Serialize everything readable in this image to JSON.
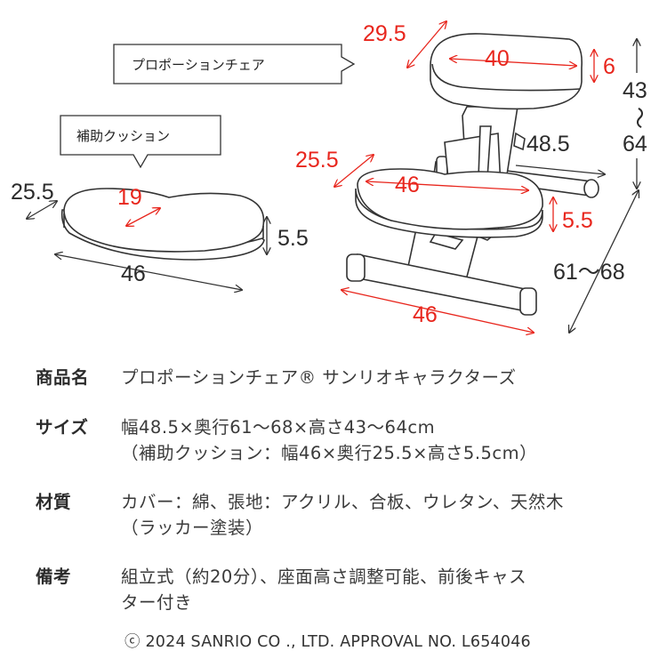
{
  "callouts": {
    "main_chair": "プロポーションチェア",
    "cushion": "補助クッション"
  },
  "dimensions": {
    "seat_top_depth": "29.5",
    "seat_top_width": "40",
    "seat_top_height": "6",
    "height_range_top": "43",
    "height_range_sep": "〜",
    "height_range_bottom": "64",
    "frame_depth": "48.5",
    "knee_pad_depth": "25.5",
    "knee_pad_width": "46",
    "knee_pad_height": "5.5",
    "total_depth": "61〜68",
    "base_width": "46",
    "cushion_depth_outer": "25.5",
    "cushion_depth_inner": "19",
    "cushion_height": "5.5",
    "cushion_width": "46"
  },
  "specs": [
    {
      "label": "商品名",
      "lines": [
        "プロポーションチェア® サンリオキャラクターズ"
      ]
    },
    {
      "label": "サイズ",
      "lines": [
        "幅48.5×奥行61〜68×高さ43〜64cm",
        "（補助クッション：幅46×奥行25.5×高さ5.5cm）"
      ]
    },
    {
      "label": "材質",
      "lines": [
        "カバー：綿、張地：アクリル、合板、ウレタン、天然木",
        "（ラッカー塗装）"
      ]
    },
    {
      "label": "備考",
      "lines": [
        "組立式（約20分）、座面高さ調整可能、前後キャス",
        "ター付き"
      ]
    }
  ],
  "copyright": "ⓒ 2024 SANRIO CO ., LTD. APPROVAL NO. L654046",
  "colors": {
    "red": "#e8261d",
    "line": "#333333",
    "fill": "#ffffff"
  }
}
